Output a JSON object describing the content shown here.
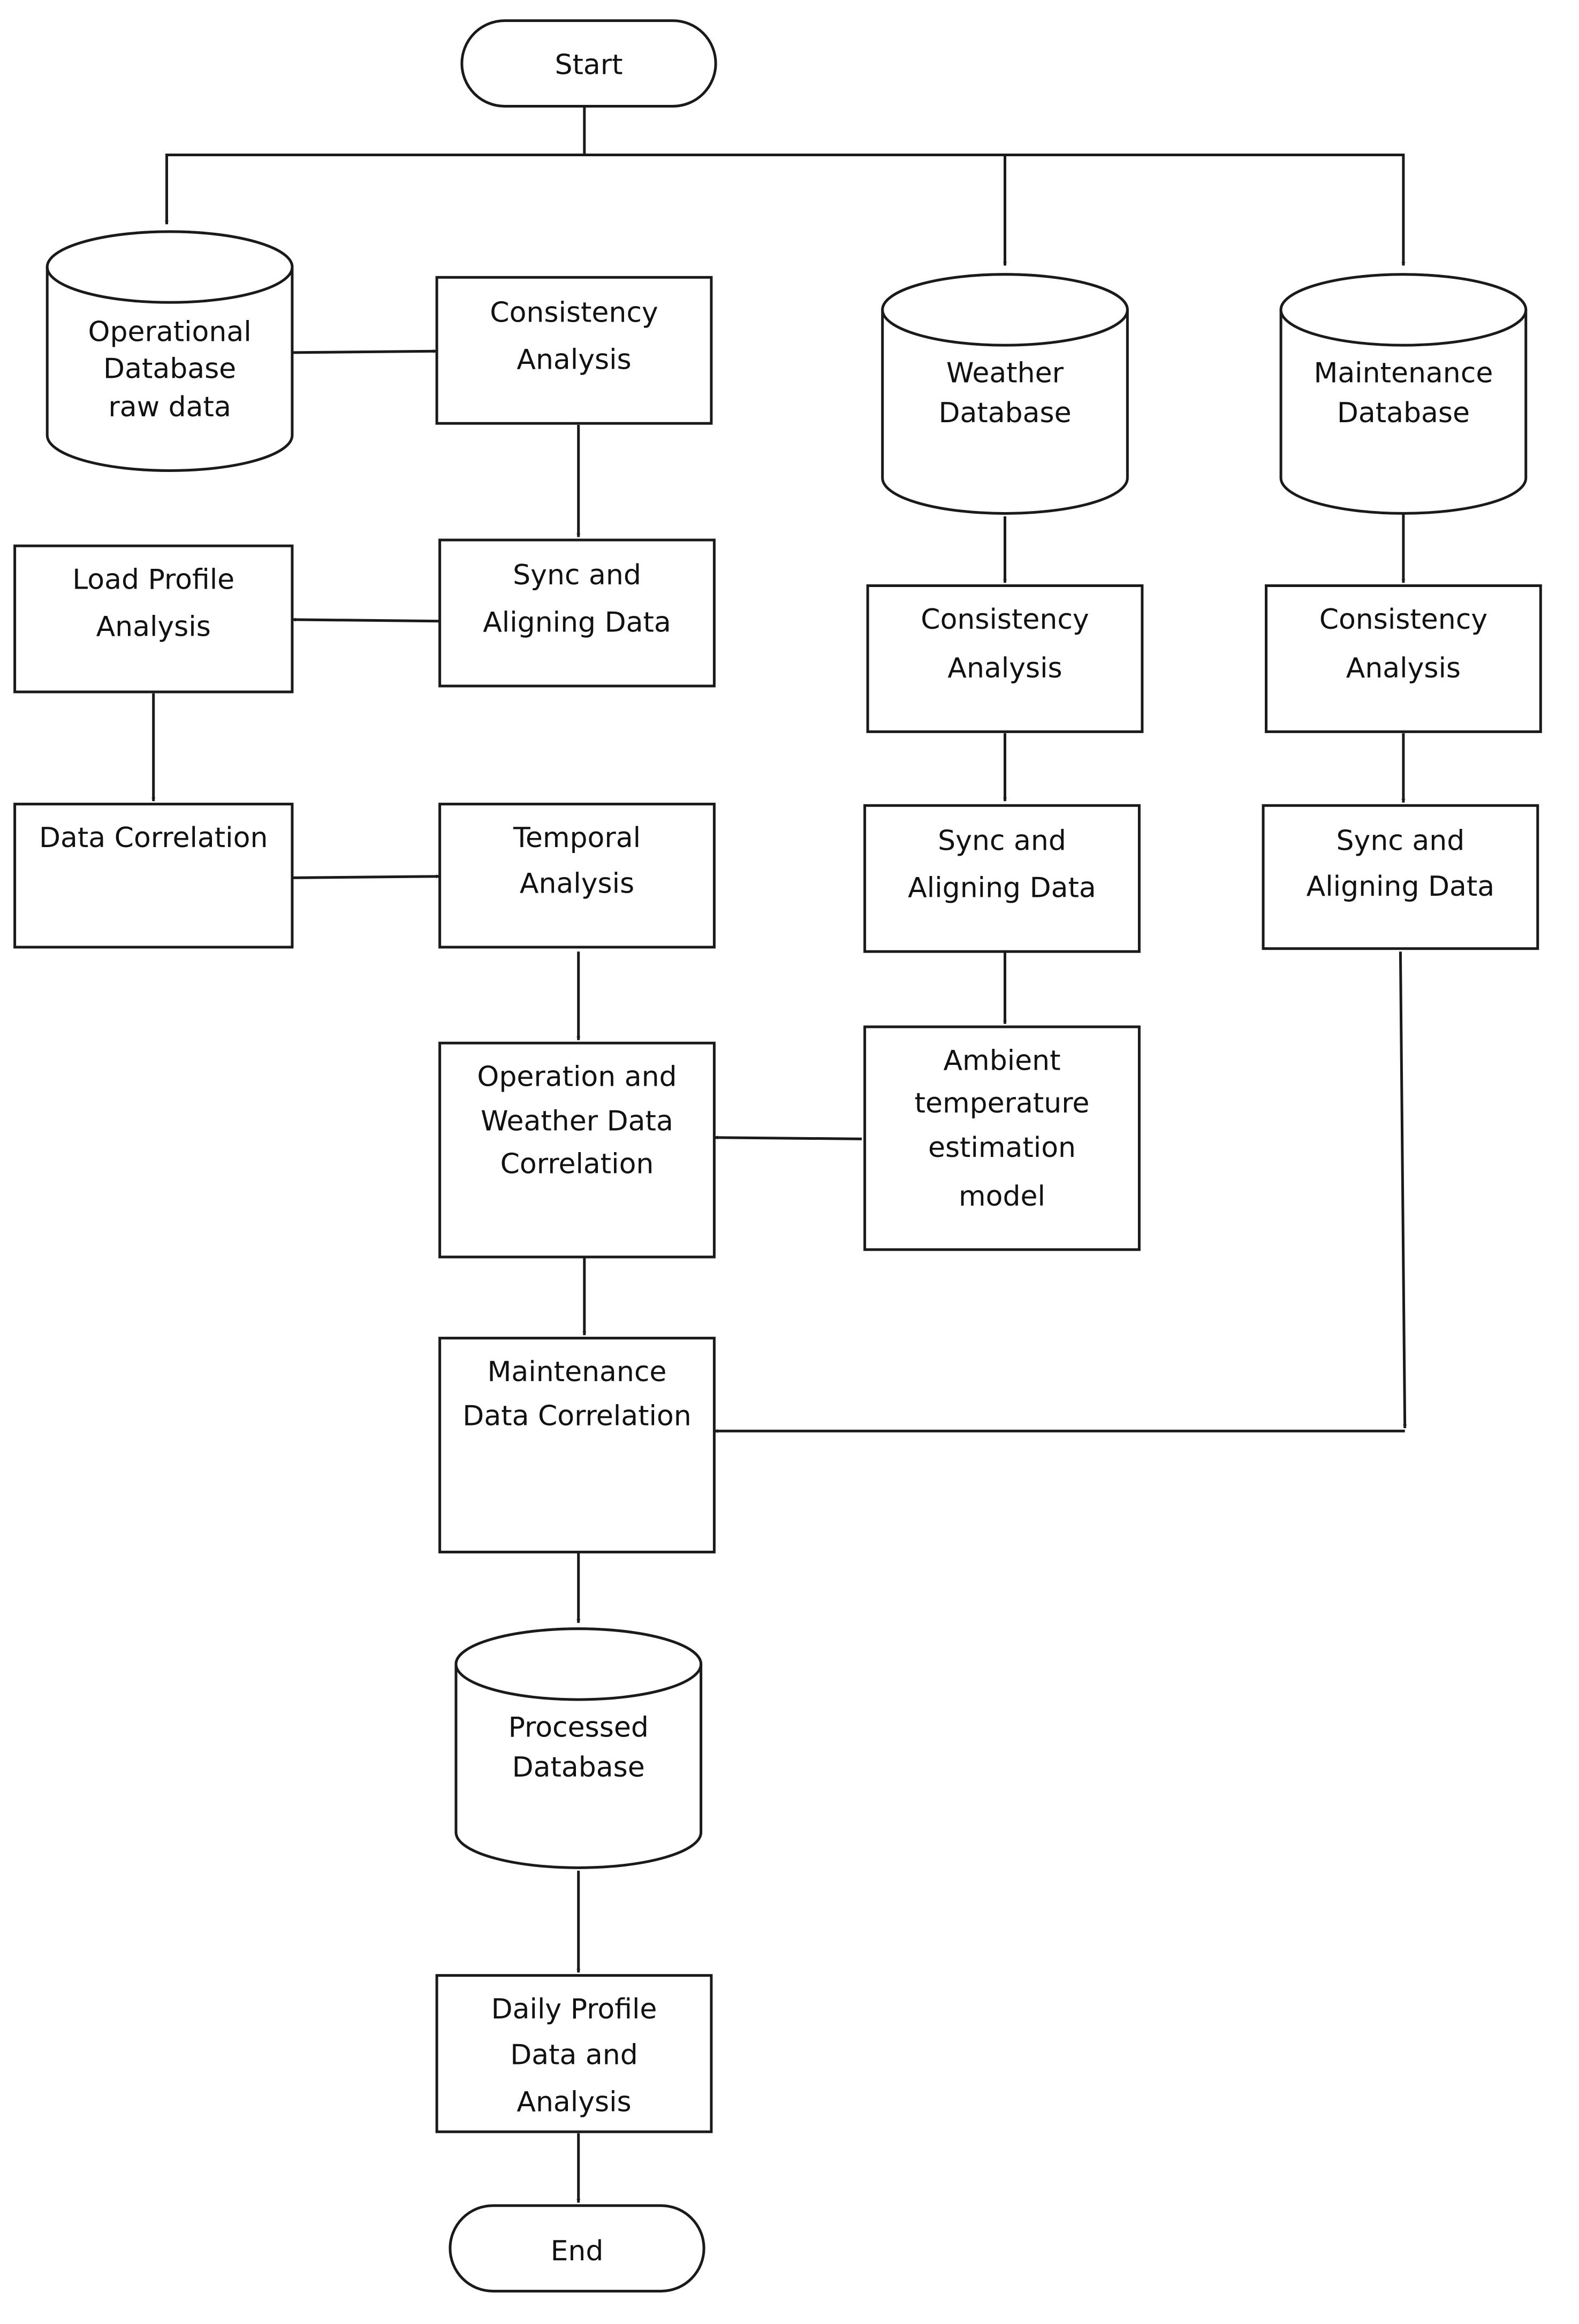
{
  "diagram": {
    "nodes": [
      {
        "id": "start",
        "kind": "terminal",
        "lines": [
          "Start"
        ]
      },
      {
        "id": "op_db",
        "kind": "database",
        "lines": [
          "Operational",
          "Database",
          "raw data"
        ]
      },
      {
        "id": "op_consistency",
        "kind": "process",
        "lines": [
          "Consistency",
          "Analysis"
        ]
      },
      {
        "id": "op_sync",
        "kind": "process",
        "lines": [
          "Sync and",
          "Aligning Data"
        ]
      },
      {
        "id": "load_profile",
        "kind": "process",
        "lines": [
          "Load Profile",
          "Analysis"
        ]
      },
      {
        "id": "data_correlation",
        "kind": "process",
        "lines": [
          "Data Correlation"
        ]
      },
      {
        "id": "temporal",
        "kind": "process",
        "lines": [
          "Temporal",
          "Analysis"
        ]
      },
      {
        "id": "op_weather_corr",
        "kind": "process",
        "lines": [
          "Operation and",
          "Weather Data",
          "Correlation"
        ]
      },
      {
        "id": "maint_corr",
        "kind": "process",
        "lines": [
          "Maintenance",
          "Data Correlation"
        ]
      },
      {
        "id": "processed_db",
        "kind": "database",
        "lines": [
          "Processed",
          "Database"
        ]
      },
      {
        "id": "daily_profile",
        "kind": "process",
        "lines": [
          "Daily Profile",
          "Data and",
          "Analysis"
        ]
      },
      {
        "id": "end",
        "kind": "terminal",
        "lines": [
          "End"
        ]
      },
      {
        "id": "weather_db",
        "kind": "database",
        "lines": [
          "Weather",
          "Database"
        ]
      },
      {
        "id": "weather_consistency",
        "kind": "process",
        "lines": [
          "Consistency",
          "Analysis"
        ]
      },
      {
        "id": "weather_sync",
        "kind": "process",
        "lines": [
          "Sync and",
          "Aligning Data"
        ]
      },
      {
        "id": "ambient_model",
        "kind": "process",
        "lines": [
          "Ambient",
          "temperature",
          "estimation",
          "model"
        ]
      },
      {
        "id": "maint_db",
        "kind": "database",
        "lines": [
          "Maintenance",
          "Database"
        ]
      },
      {
        "id": "maint_consistency",
        "kind": "process",
        "lines": [
          "Consistency",
          "Analysis"
        ]
      },
      {
        "id": "maint_sync",
        "kind": "process",
        "lines": [
          "Sync and",
          "Aligning Data"
        ]
      }
    ],
    "edges": [
      {
        "from": "start",
        "to": "op_db"
      },
      {
        "from": "start",
        "to": "weather_db"
      },
      {
        "from": "start",
        "to": "maint_db"
      },
      {
        "from": "op_db",
        "to": "op_consistency"
      },
      {
        "from": "op_consistency",
        "to": "op_sync"
      },
      {
        "from": "op_sync",
        "to": "load_profile"
      },
      {
        "from": "load_profile",
        "to": "data_correlation"
      },
      {
        "from": "data_correlation",
        "to": "temporal"
      },
      {
        "from": "temporal",
        "to": "op_weather_corr"
      },
      {
        "from": "op_weather_corr",
        "to": "maint_corr"
      },
      {
        "from": "maint_corr",
        "to": "processed_db"
      },
      {
        "from": "processed_db",
        "to": "daily_profile"
      },
      {
        "from": "daily_profile",
        "to": "end"
      },
      {
        "from": "weather_db",
        "to": "weather_consistency"
      },
      {
        "from": "weather_consistency",
        "to": "weather_sync"
      },
      {
        "from": "weather_sync",
        "to": "ambient_model"
      },
      {
        "from": "ambient_model",
        "to": "op_weather_corr"
      },
      {
        "from": "maint_db",
        "to": "maint_consistency"
      },
      {
        "from": "maint_consistency",
        "to": "maint_sync"
      },
      {
        "from": "maint_sync",
        "to": "maint_corr"
      }
    ]
  }
}
